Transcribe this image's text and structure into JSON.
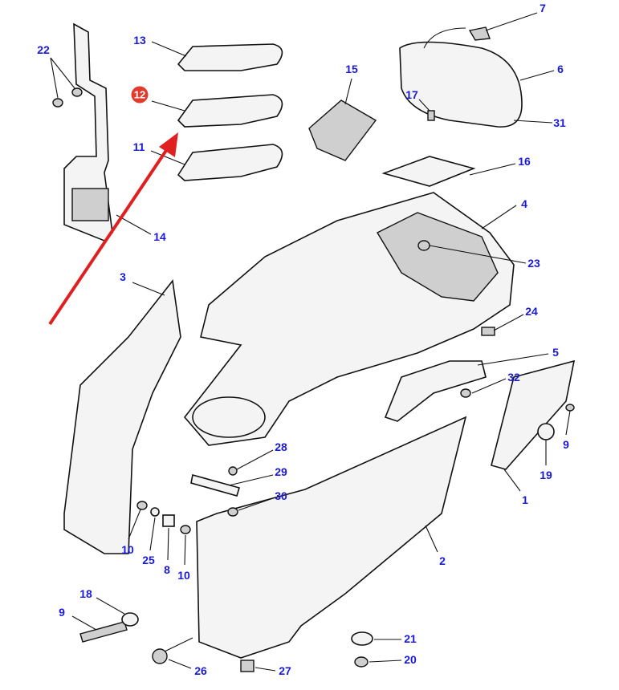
{
  "labels": {
    "p7": "7",
    "p13": "13",
    "p22": "22",
    "p6": "6",
    "p15": "15",
    "p12": "12",
    "p17": "17",
    "p31": "31",
    "p11": "11",
    "p16": "16",
    "p4": "4",
    "p14": "14",
    "p23": "23",
    "p3": "3",
    "p24": "24",
    "p5": "5",
    "p32": "32",
    "p9a": "9",
    "p28": "28",
    "p29": "29",
    "p19": "19",
    "p30": "30",
    "p1": "1",
    "p10a": "10",
    "p25": "25",
    "p8": "8",
    "p10b": "10",
    "p2": "2",
    "p18": "18",
    "p9b": "9",
    "p21": "21",
    "p20": "20",
    "p26": "26",
    "p27": "27"
  },
  "colors": {
    "label": "#1a1ad6",
    "highlight_badge": "#e23a2c",
    "arrow": "#e02020"
  },
  "highlighted_part": "12"
}
